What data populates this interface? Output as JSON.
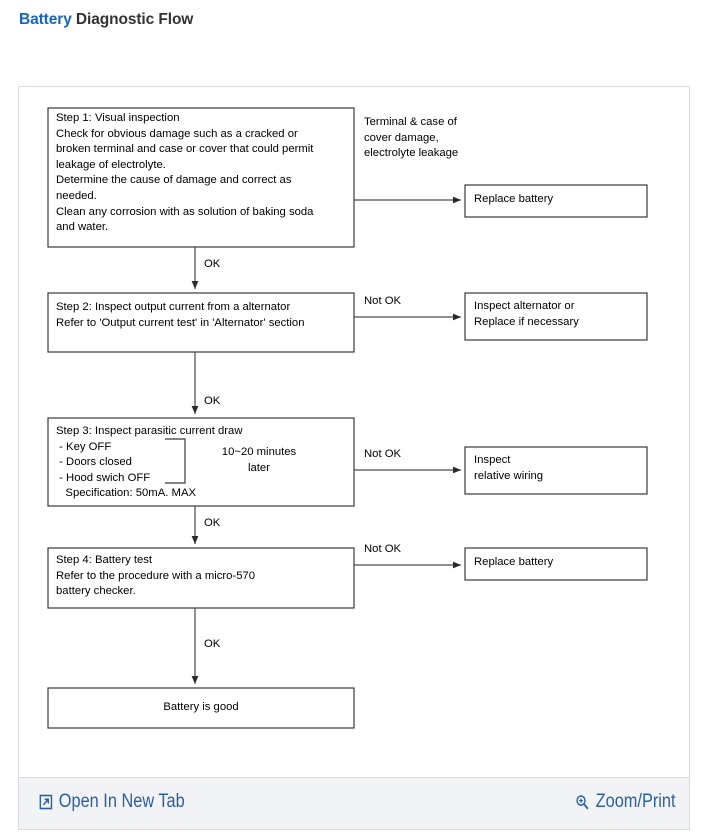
{
  "title": {
    "accent_word": "Battery",
    "rest": " Diagnostic Flow",
    "accent_color": "#1565c0"
  },
  "diagram": {
    "steps": [
      {
        "id": "step-1",
        "lines": [
          "Step 1: Visual inspection",
          "Check for obvious damage such as a cracked or",
          "broken terminal and case or cover that could permit",
          "leakage of electrolyte.",
          "Determine the cause of damage and correct as",
          "needed.",
          "Clean any corrosion with as solution of baking soda",
          "and water."
        ]
      },
      {
        "id": "step-2",
        "lines": [
          "Step 2: Inspect output current from a alternator",
          "Refer to 'Output current test' in 'Alternator' section"
        ]
      },
      {
        "id": "step-3",
        "lines": [
          "Step 3: Inspect parasitic current draw",
          " - Key OFF",
          " - Doors closed",
          " - Hood swich OFF",
          "   Specification: 50mA. MAX"
        ],
        "note_lines": [
          "10~20 minutes",
          "later"
        ]
      },
      {
        "id": "step-4",
        "lines": [
          "Step 4: Battery test",
          "Refer to the procedure with a micro-570",
          "battery checker."
        ]
      },
      {
        "id": "result",
        "lines": [
          "Battery is good"
        ]
      }
    ],
    "outcomes": [
      {
        "id": "outcome-1",
        "lines": [
          "Replace battery"
        ]
      },
      {
        "id": "outcome-2",
        "lines": [
          "Inspect alternator or",
          "Replace if necessary"
        ]
      },
      {
        "id": "outcome-3",
        "lines": [
          "Inspect",
          "relative wiring"
        ]
      },
      {
        "id": "outcome-4",
        "lines": [
          "Replace battery"
        ]
      }
    ],
    "branch_note": [
      "Terminal & case of",
      "cover damage,",
      "electrolyte leakage"
    ],
    "edge_labels": {
      "ok_1": "OK",
      "ok_2": "OK",
      "ok_3": "OK",
      "ok_4": "OK",
      "not_ok_2": "Not OK",
      "not_ok_3": "Not OK",
      "not_ok_4": "Not OK"
    }
  },
  "footer": {
    "open_in_new_tab": "Open In New Tab",
    "zoom_print": "Zoom/Print",
    "link_color": "#2a5fa5"
  }
}
